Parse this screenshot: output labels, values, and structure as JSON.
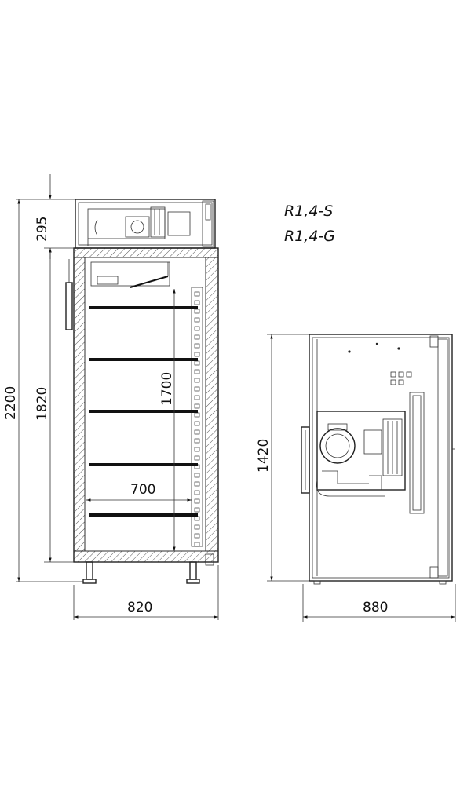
{
  "models": [
    "R1,4-S",
    "R1,4-G"
  ],
  "front_view": {
    "dimensions": {
      "total_height": "2200",
      "unit_height": "295",
      "body_height": "1820",
      "inner_height": "1700",
      "inner_width": "700",
      "total_width": "820"
    }
  },
  "side_view": {
    "dimensions": {
      "height": "1420",
      "depth": "880"
    }
  }
}
